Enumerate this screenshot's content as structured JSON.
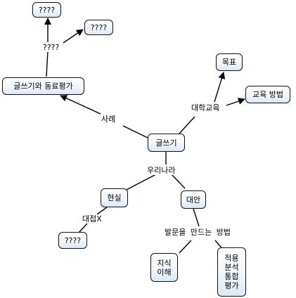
{
  "nodes": {
    "top1": "????",
    "top2": "????",
    "writing_peer": "글쓰기와 동료평가",
    "goal": "목표",
    "edu_method": "교육 방법",
    "center": "글쓰기",
    "reality": "현실",
    "alternative": "대안",
    "bottom_q": "????",
    "knowledge": "지식\n이해",
    "application": "적용\n분석\n통합\n평가"
  },
  "link_labels": {
    "q_hub": "????",
    "example": "사례",
    "university_edu": "대학교육",
    "korea": "우리나라",
    "response_x": "대접X",
    "questioning": "발문을 만드는 방법"
  }
}
